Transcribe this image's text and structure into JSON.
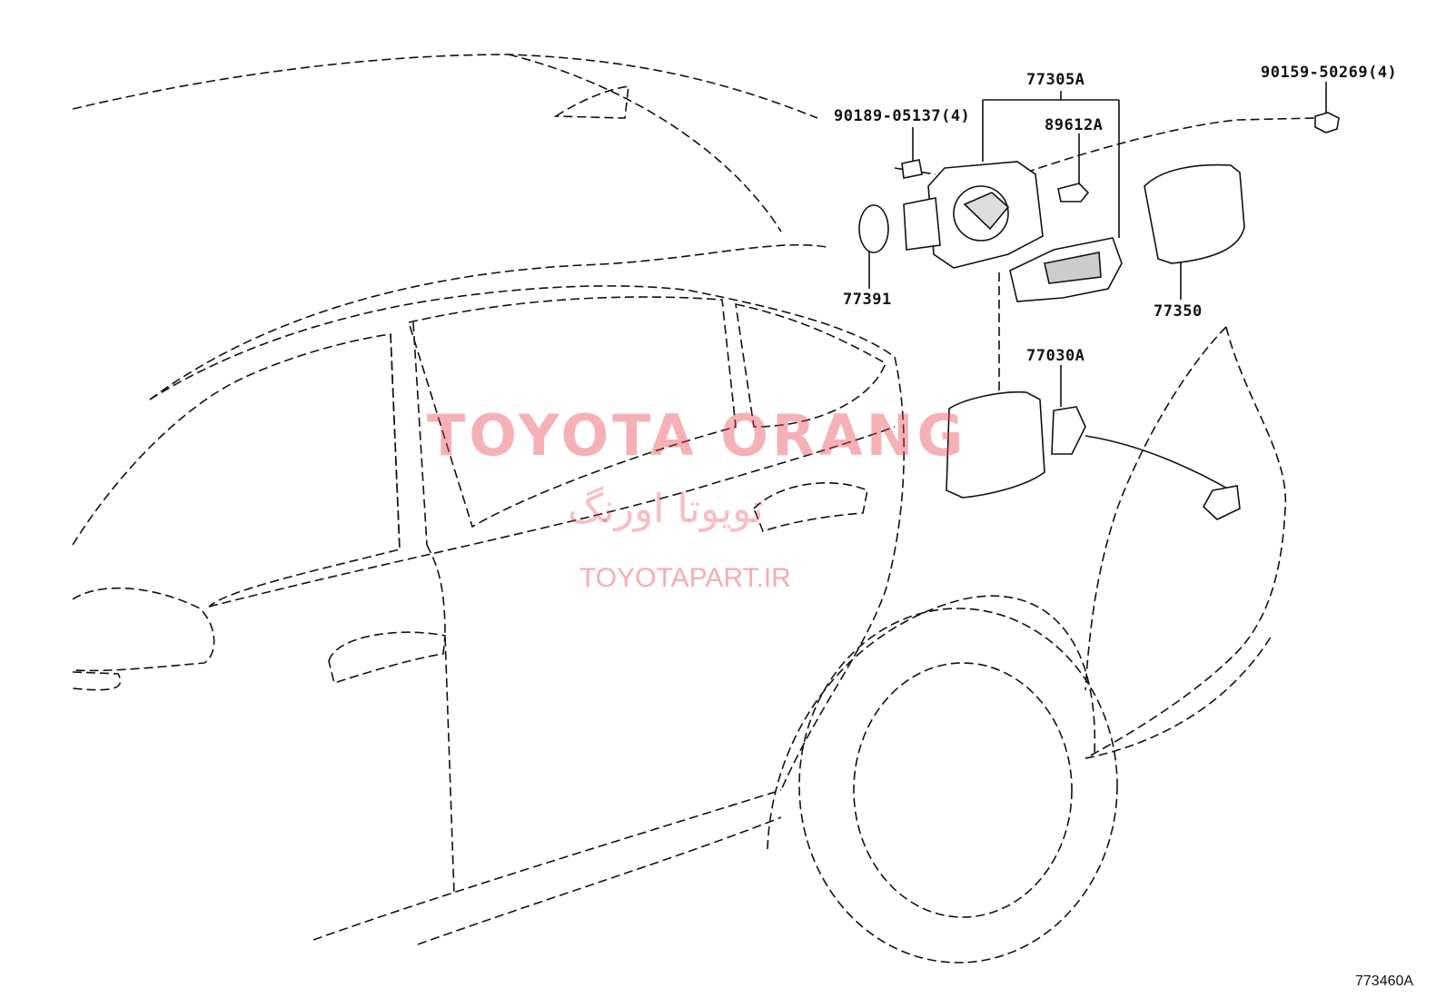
{
  "parts": {
    "p77305A": "77305A",
    "p89612A": "89612A",
    "p90189": "90189-05137(4)",
    "p90159": "90159-50269(4)",
    "p77391": "77391",
    "p77350": "77350",
    "p77030A": "77030A"
  },
  "watermark": {
    "main": "TOYOTA ORANG",
    "persian": "تویوتا اورنگ",
    "url": "TOYOTAPART.IR"
  },
  "figure_id": "773460A"
}
